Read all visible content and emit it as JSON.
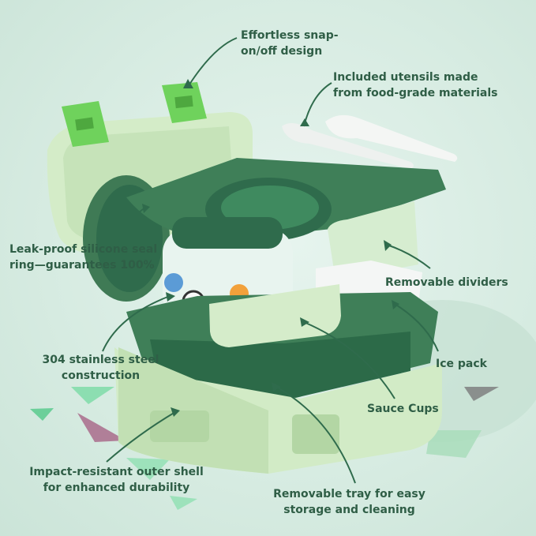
{
  "callouts": {
    "snap": "Effortless snap-\non/off design",
    "utensils": "Included utensils made\nfrom food-grade materials",
    "seal": "Leak-proof silicone seal\nring—guarantees 100%",
    "dividers": "Removable dividers",
    "steel": "304 stainless steel\nconstruction",
    "icepack": "Ice pack",
    "sauce": "Sauce Cups",
    "shell": "Impact-resistant outer shell\nfor enhanced durability",
    "tray": "Removable tray for easy\nstorage and cleaning"
  },
  "colors": {
    "text": "#2f5e46",
    "dark_green": "#2f6b4c",
    "light_green": "#d2ebc6",
    "clip_green": "#6fd25c",
    "background": "#dcefe6"
  }
}
